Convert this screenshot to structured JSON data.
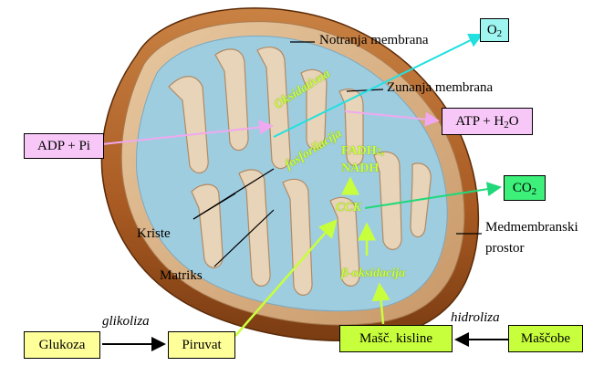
{
  "labels": {
    "notranja_membrana": "Notranja membrana",
    "zunanja_membrana": "Zunanja membrana",
    "kriste": "Kriste",
    "matriks": "Matriks",
    "medmembranski_line1": "Medmembranski",
    "medmembranski_line2": "prostor"
  },
  "boxes": {
    "o2_main": "O",
    "o2_sub": "2",
    "atp_main": "ATP + H",
    "atp_sub": "2",
    "atp_tail": "O",
    "adp": "ADP + Pi",
    "co2_main": "CO",
    "co2_sub": "2",
    "glukoza": "Glukoza",
    "piruvat": "Piruvat",
    "masc_kisline": "Mašč. kisline",
    "mascobe": "Maščobe"
  },
  "process_labels": {
    "oksidativna": "Oksidativna",
    "fosforilacija": "fosforilacija",
    "fadh": "FADH",
    "fadh_sub": "2",
    "nadh": "NADH",
    "cck": "CCK",
    "beta_oksidacija": "β-oksidacija",
    "glikoliza": "glikoliza",
    "hidroliza": "hidroliza"
  },
  "colors": {
    "o2_box": "#9ff5f0",
    "atp_box": "#f7c8f7",
    "adp_box": "#f7c8f7",
    "co2_box": "#3cf07a",
    "yellow_box": "#ffff99",
    "green_box": "#c8ff3c",
    "cyan_arrow": "#22e0e0",
    "pink_arrow": "#f0a8f0",
    "green_arrow": "#c8ff3c",
    "co2_arrow": "#20d87a",
    "outer_membrane": "#b86a2e",
    "matrix": "#9fcde0"
  }
}
